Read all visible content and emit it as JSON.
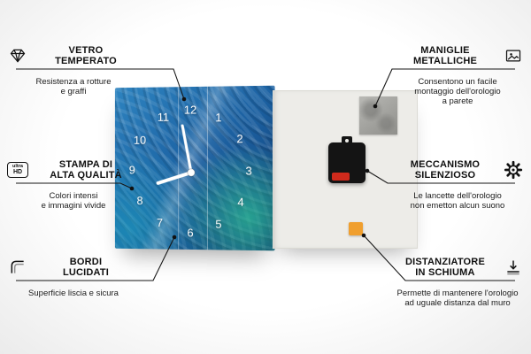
{
  "callouts": {
    "tempered_glass": {
      "title1": "VETRO",
      "title2": "TEMPERATO",
      "sub1": "Resistenza a rotture",
      "sub2": "e graffi"
    },
    "hd_print": {
      "title1": "STAMPA DI",
      "title2": "ALTA QUALITÀ",
      "sub1": "Colori intensi",
      "sub2": "e immagini vivide",
      "icon_line1": "ultra",
      "icon_line2": "HD"
    },
    "polished_edges": {
      "title1": "BORDI",
      "title2": "LUCIDATI",
      "sub1": "Superficie liscia e sicura"
    },
    "metal_handles": {
      "title1": "MANIGLIE",
      "title2": "METALLICHE",
      "sub1": "Consentono un facile",
      "sub2": "montaggio dell'orologio",
      "sub3": "a parete"
    },
    "silent_mechanism": {
      "title1": "MECCANISMO",
      "title2": "SILENZIOSO",
      "sub1": "Le lancette dell'orologio",
      "sub2": "non emetton alcun suono"
    },
    "foam_spacer": {
      "title1": "DISTANZIATORE",
      "title2": "IN SCHIUMA",
      "sub1": "Permette di mantenere l'orologio",
      "sub2": "ad uguale distanza dal muro"
    }
  },
  "clock": {
    "numbers": [
      "12",
      "1",
      "2",
      "3",
      "4",
      "5",
      "6",
      "7",
      "8",
      "9",
      "10",
      "11"
    ]
  },
  "colors": {
    "glass_blue_dark": "#0f3b72",
    "glass_blue": "#1d63a4",
    "glass_teal": "#2fae9a",
    "back_panel": "#edece8",
    "mechanism_black": "#141414",
    "battery_red": "#cf2a1c",
    "foam_orange": "#f09f2e",
    "line_black": "#161616"
  }
}
